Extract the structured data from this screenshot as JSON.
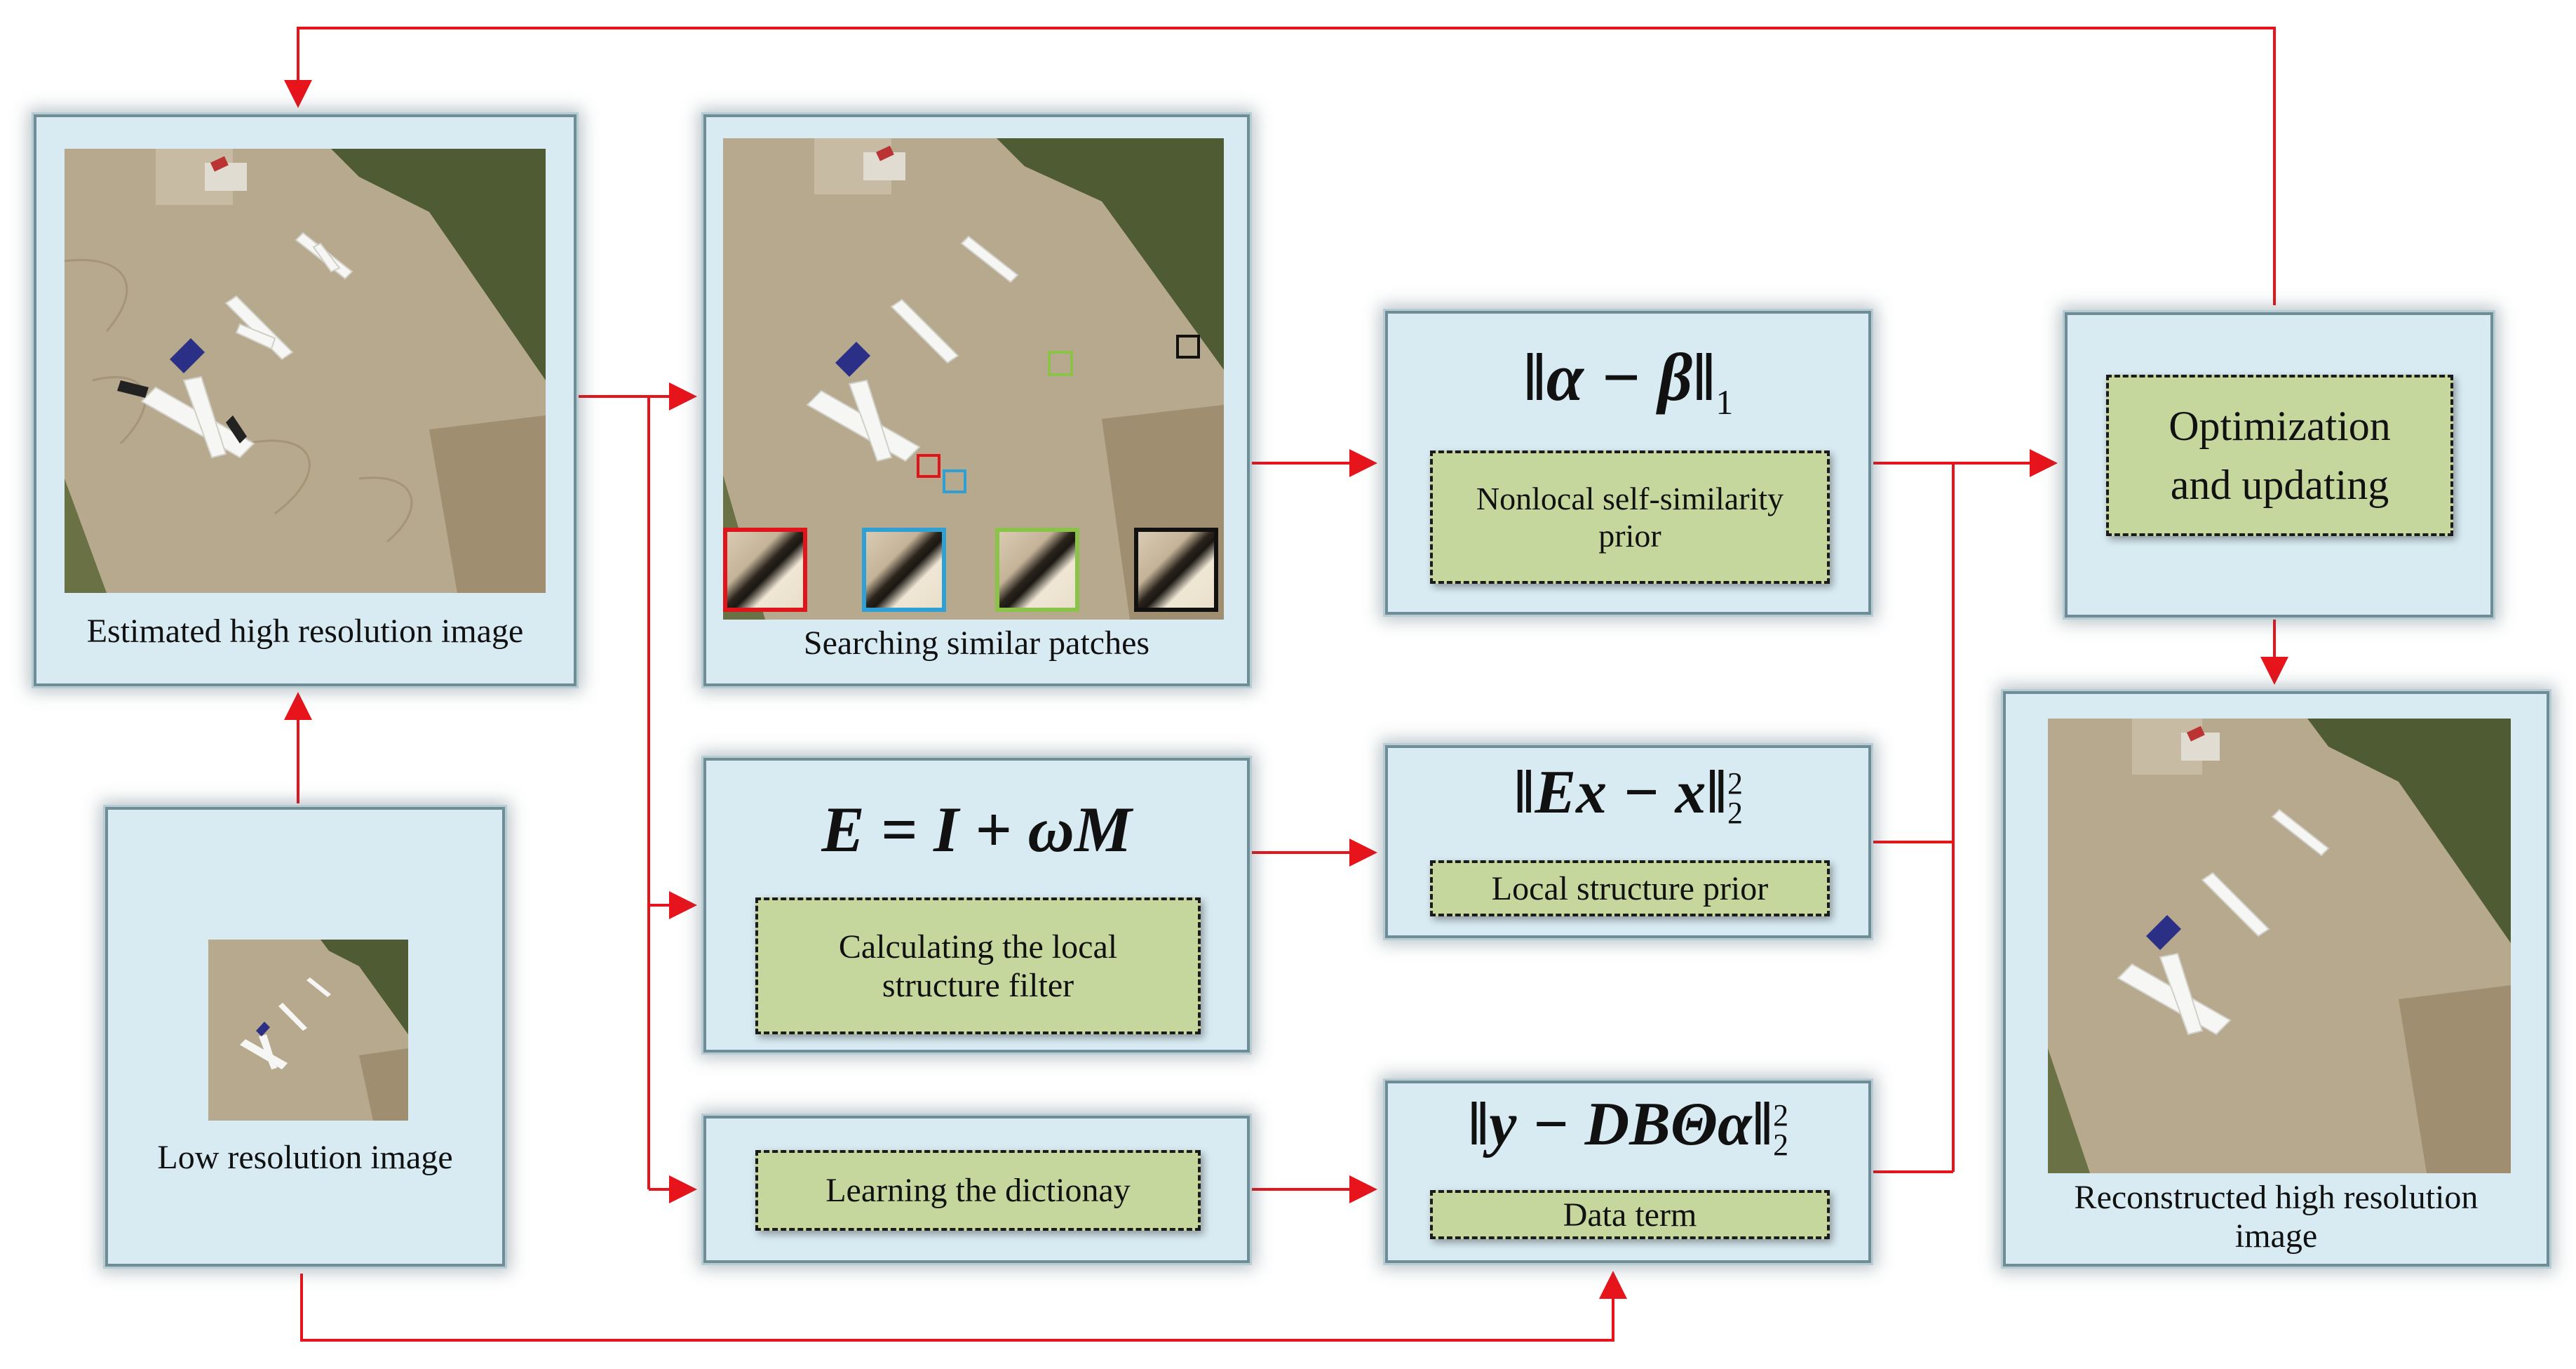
{
  "nodes": {
    "estimated_hr": {
      "caption": "Estimated high resolution image"
    },
    "searching": {
      "caption": "Searching similar patches"
    },
    "nonlocal": {
      "formula_main": "‖α − β‖",
      "formula_sub": "1",
      "label_line1": "Nonlocal self-similarity",
      "label_line2": "prior"
    },
    "optimization": {
      "label_line1": "Optimization",
      "label_line2": "and updating"
    },
    "reconstructed": {
      "caption_line1": "Reconstructed high resolution",
      "caption_line2": "image"
    },
    "local_filter": {
      "formula": "E = I + ωM",
      "label_line1": "Calculating the local",
      "label_line2": "structure filter"
    },
    "local_prior": {
      "formula_main": "‖Ex − x‖",
      "formula_sup": "2",
      "formula_sub": "2",
      "label": "Local structure prior"
    },
    "low_res": {
      "caption": "Low resolution image"
    },
    "dictionary": {
      "label": "Learning the dictionay"
    },
    "data_term": {
      "formula_main": "‖y − DBΘα‖",
      "formula_sup": "2",
      "formula_sub": "2",
      "label": "Data term"
    }
  },
  "colors": {
    "arrow": "#e8141c",
    "patch_red": "#e0151b",
    "patch_blue": "#2f9fd4",
    "patch_green": "#8bc34a",
    "patch_black": "#111111"
  }
}
